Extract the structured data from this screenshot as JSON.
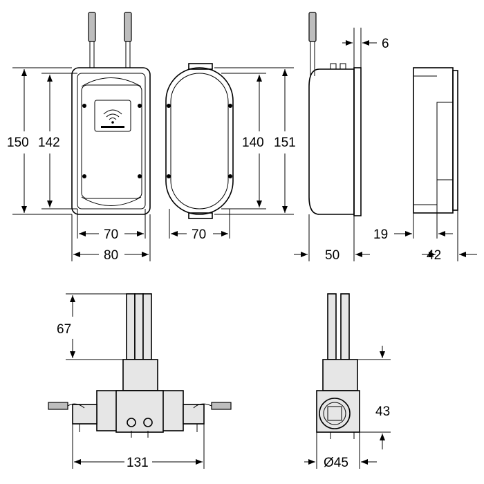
{
  "dimensions": {
    "front_height_outer": "150",
    "front_height_inner": "142",
    "front_width_inner": "70",
    "front_width_outer": "80",
    "frame_width": "70",
    "frame_height_inner": "140",
    "frame_height_outer": "151",
    "flange_thickness": "6",
    "side_depth": "50",
    "rear_offset": "19",
    "rear_depth": "42",
    "valve_tube_length": "67",
    "valve_width": "131",
    "valve_height": "43",
    "valve_diameter": "Ø45"
  }
}
